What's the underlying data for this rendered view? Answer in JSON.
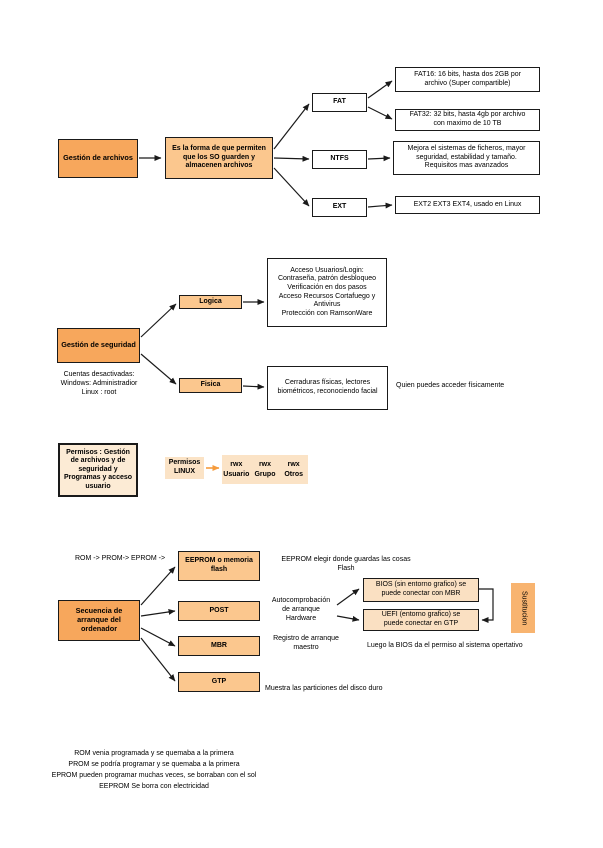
{
  "colors": {
    "root_box": "#F7A75C",
    "secondary_box": "#FBC78E",
    "light_box": "#FAE0C2",
    "soft_box": "#FBE3C6",
    "summary_box": "#FCEBD5",
    "substitution_box": "#F8B470",
    "arrow_black": "#1a1a1a",
    "arrow_orange": "#F59B3D"
  },
  "file_management": {
    "root": "Gestión de archivos",
    "description": "Es la forma de  que permiten\nque  los SO guarden y\nalmacenen archivos",
    "fat_label": "FAT",
    "ntfs_label": "NTFS",
    "ext_label": "EXT",
    "fat16_note": "FAT16: 16 bits, hasta dos 2GB por\narchivo (Super compartible)",
    "fat32_note": "FAT32: 32 bits, hasta 4gb por archivo\ncon maximo de 10 TB",
    "ntfs_note": "Mejora el sistemas de ficheros, mayor\nseguridad, estabilidad y tamaño.\nRequisitos mas avanzados",
    "ext_note": "EXT2 EXT3 EXT4, usado en Linux"
  },
  "security": {
    "root": "Gestión de seguridad",
    "accounts_note": "Cuentas desactivadas:\nWindows: Administradior\nLinux : root",
    "logical_label": "Logica",
    "physical_label": "Fisica",
    "logical_note": "Acceso Usuarios/Login:\nContraseña, patrón desbloqueo\nVerificación en dos pasos\nAcceso Recursos Cortafuego y\nAntivirus\nProtección con RamsonWare",
    "physical_note": "Cerraduras físicas, lectores\nbiométricos, reconociendo facial",
    "physical_side_note": "Quien puedes acceder físicamente"
  },
  "permissions": {
    "summary_box": "Permisos : Gestión\nde archivos y de\nseguridad y\nProgramas y acceso\nusuario",
    "linux_label": "Permisos\nLINUX",
    "rwx_values": [
      "rwx",
      "rwx",
      "rwx"
    ],
    "groups": [
      "Usuario",
      "Grupo",
      "Otros"
    ]
  },
  "boot": {
    "rom_chain": "ROM -> PROM-> EPROM ->",
    "eeprom_box": "EEPROM o memoria\nflash",
    "root": "Secuencia de\narranque del\nordenador",
    "post_label": "POST",
    "mbr_label": "MBR",
    "gtp_label": "GTP",
    "eeprom_note": "EEPROM elegir donde guardas las cosas\nFlash",
    "post_note": "Autocomprobación\nde arranque\nHardware",
    "bios_box": "BIOS (sin entorno grafico) se\npuede conectar con MBR",
    "uefi_box": "UEFI (entorno grafico) se\npuede conectar en GTP",
    "substitution_label": "Sustitucion",
    "mbr_note": "Registro de arranque\nmaestro",
    "bios_permission_note": "Luego la BIOS  da el permiso al sistema opertativo",
    "gtp_note": "Muestra las particiones del disco duro",
    "rom_types_note": "ROM venia programada y se quemaba a la primera\nPROM se podría programar y se quemaba a la primera\nEPROM pueden programar muchas veces, se borraban con el sol\nEEPROM  Se borra con electricidad"
  }
}
